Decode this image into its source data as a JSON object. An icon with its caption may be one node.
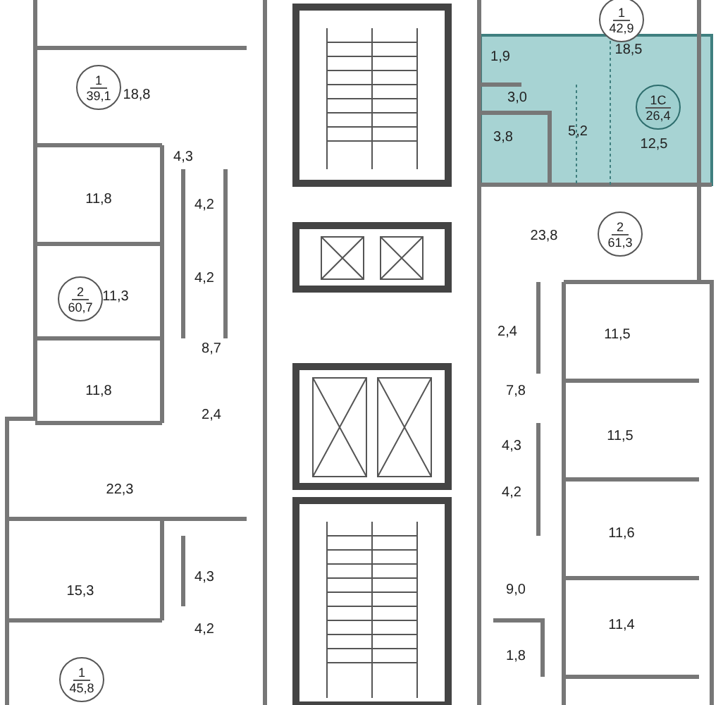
{
  "diagram": {
    "nodes": [
      {
        "text": [
          "1",
          "39,1"
        ]
      },
      {
        "text": [
          "2",
          "60,7"
        ]
      },
      {
        "text": [
          "1",
          "45,8"
        ]
      },
      {
        "text": [
          "1",
          "42,9"
        ]
      },
      {
        "text": [
          "1С",
          "26,4"
        ]
      },
      {
        "text": [
          "2",
          "61,3"
        ]
      }
    ],
    "labels": [
      "18,5",
      "1,9",
      "18,8",
      "3,0",
      "3,8",
      "5,2",
      "12,5",
      "4,3",
      "11,8",
      "4,2",
      "23,8",
      "4,2",
      "11,3",
      "2,4",
      "11,5",
      "8,7",
      "11,8",
      "7,8",
      "2,4",
      "4,3",
      "11,5",
      "4,2",
      "22,3",
      "11,6",
      "4,3",
      "9,0",
      "15,3",
      "11,4",
      "4,2",
      "1,8"
    ]
  }
}
